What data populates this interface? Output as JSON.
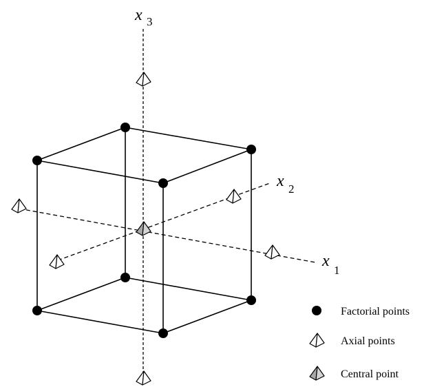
{
  "axes": {
    "x1": {
      "label": "x",
      "subscript": "1"
    },
    "x2": {
      "label": "x",
      "subscript": "2"
    },
    "x3": {
      "label": "x",
      "subscript": "3"
    }
  },
  "legend": [
    {
      "key": "factorial",
      "label": "Factorial points",
      "symbol": "filled-dot"
    },
    {
      "key": "axial",
      "label": "Axial points",
      "symbol": "white-pyramid"
    },
    {
      "key": "central",
      "label": "Central point",
      "symbol": "gray-pyramid"
    }
  ],
  "colors": {
    "line": "#000000",
    "factorial_fill": "#000000",
    "axial_fill": "#ffffff",
    "central_fill": "#a8a8a8",
    "background": "#ffffff"
  }
}
